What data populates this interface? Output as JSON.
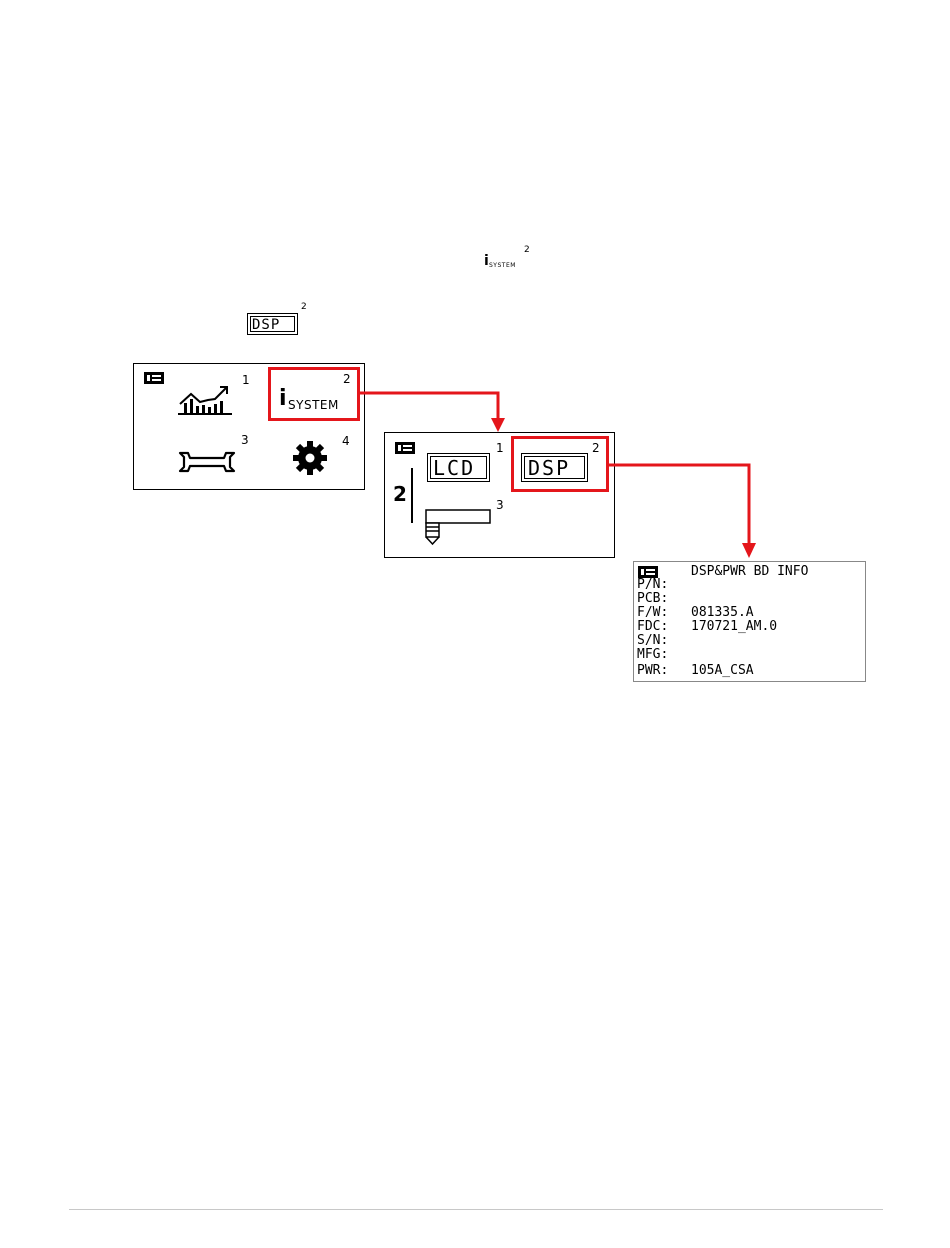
{
  "text_refs": {
    "isystem_i": "i",
    "isystem_text": "SYSTEM",
    "isystem_num": "2",
    "dsp_label": "DSP",
    "dsp_num": "2"
  },
  "main_menu": {
    "items": [
      {
        "icon": "trend-chart-icon",
        "num": "1"
      },
      {
        "icon_i": "i",
        "label": "SYSTEM",
        "num": "2"
      },
      {
        "icon": "wrench-icon",
        "num": "3"
      },
      {
        "icon": "gear-icon",
        "num": "4"
      }
    ]
  },
  "system_menu": {
    "level": "2",
    "items": [
      {
        "label": "LCD",
        "num": "1"
      },
      {
        "label": "DSP",
        "num": "2"
      },
      {
        "icon": "probe-icon",
        "num": "3"
      }
    ]
  },
  "info_screen": {
    "title": "DSP&PWR BD INFO",
    "rows": [
      {
        "key": "P/N:",
        "value": ""
      },
      {
        "key": "PCB:",
        "value": ""
      },
      {
        "key": "F/W:",
        "value": "081335.A"
      },
      {
        "key": "FDC:",
        "value": "170721_AM.0"
      },
      {
        "key": "S/N:",
        "value": ""
      },
      {
        "key": "MFG:",
        "value": ""
      },
      {
        "key": "PWR:",
        "value": "105A_CSA"
      }
    ]
  },
  "colors": {
    "highlight": "#e4161b",
    "footer_rule": "#c8c8c8"
  }
}
